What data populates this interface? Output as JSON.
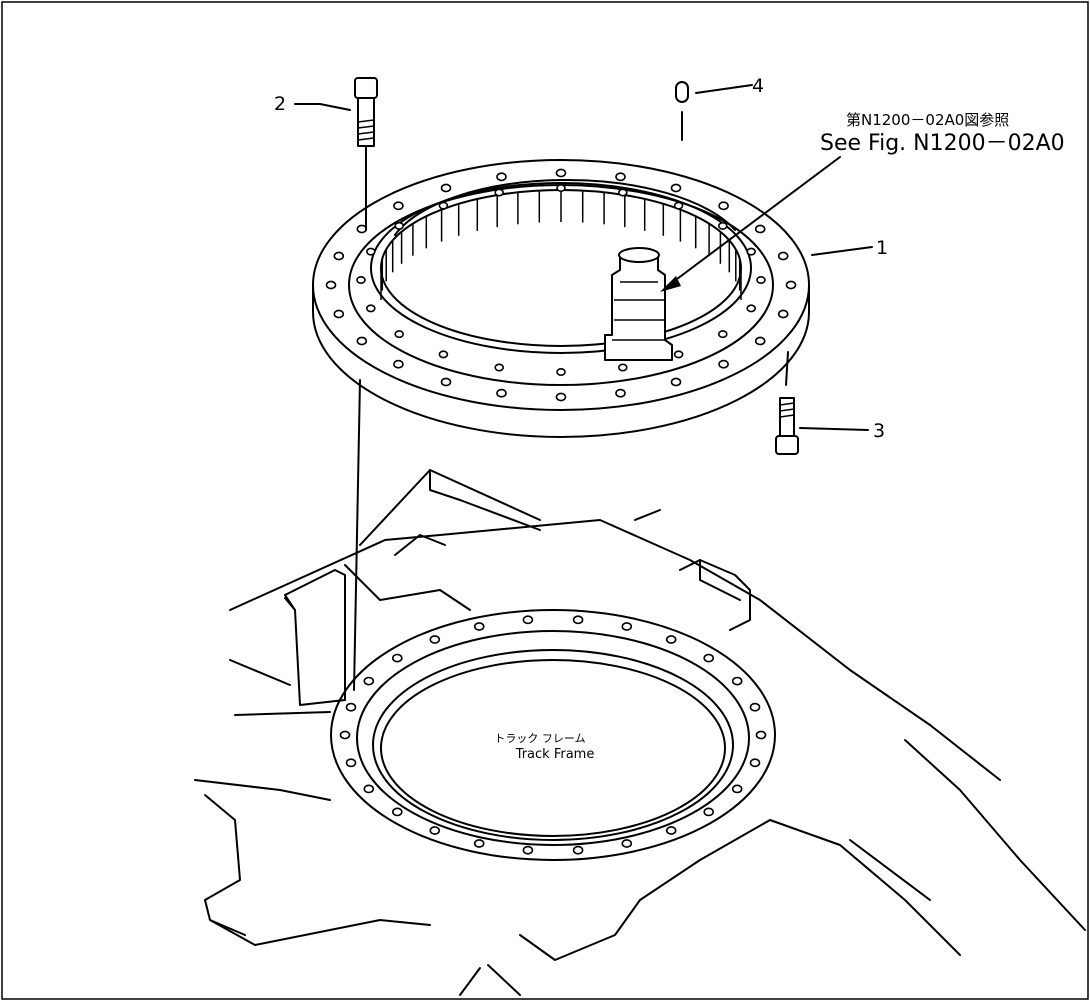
{
  "callouts": {
    "part_1": "1",
    "part_2": "2",
    "part_3": "3",
    "part_4": "4"
  },
  "reference": {
    "japanese": "第N1200－02A0図参照",
    "english": "See Fig. N1200－02A0"
  },
  "frame_label": {
    "japanese": "トラック フレーム",
    "english": "Track Frame"
  }
}
